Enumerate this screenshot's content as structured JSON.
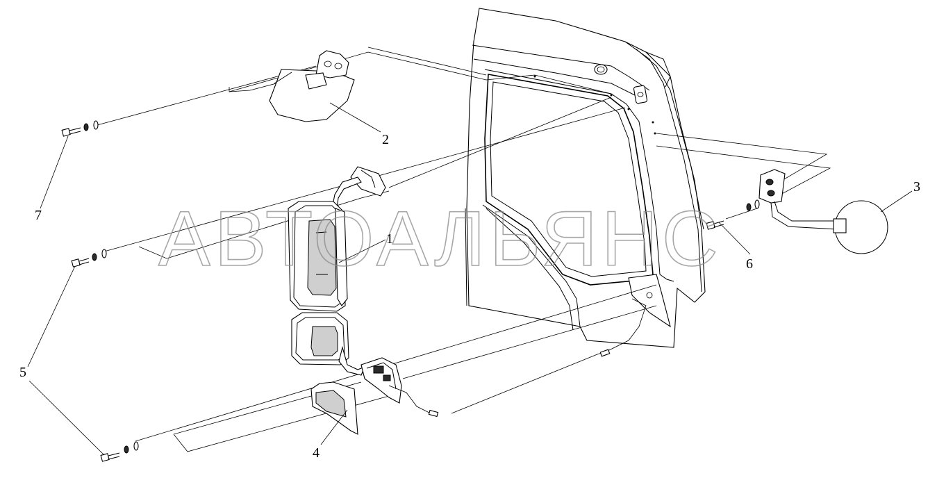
{
  "watermark": "АВТОАЛЬЯНС",
  "callouts": {
    "c1": "1",
    "c2": "2",
    "c3": "3",
    "c4": "4",
    "c5": "5",
    "c6": "6",
    "c7": "7"
  },
  "parts": [
    "cab-door-frame",
    "main-mirror-assembly",
    "wide-angle-mirror",
    "front-view-mirror",
    "mirror-lower-cover",
    "bolt-set-5",
    "bolt-set-6",
    "bolt-set-7"
  ]
}
